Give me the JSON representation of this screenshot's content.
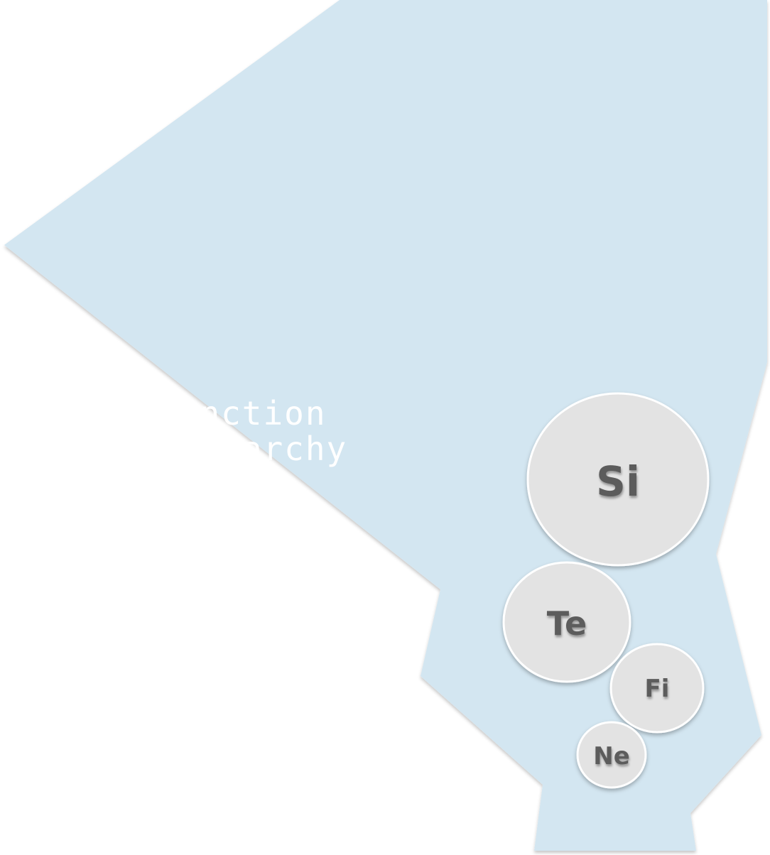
{
  "title": {
    "line1": "Function",
    "line2": "Hierarchy"
  },
  "functions": [
    {
      "label": "Si"
    },
    {
      "label": "Te"
    },
    {
      "label": "Fi"
    },
    {
      "label": "Ne"
    }
  ],
  "colors": {
    "shape_fill": "#d3e6f1",
    "bubble_fill": "#e3e3e3",
    "bubble_stroke": "#ffffff",
    "label_color": "#5b5b5b",
    "title_color": "#ffffff"
  }
}
